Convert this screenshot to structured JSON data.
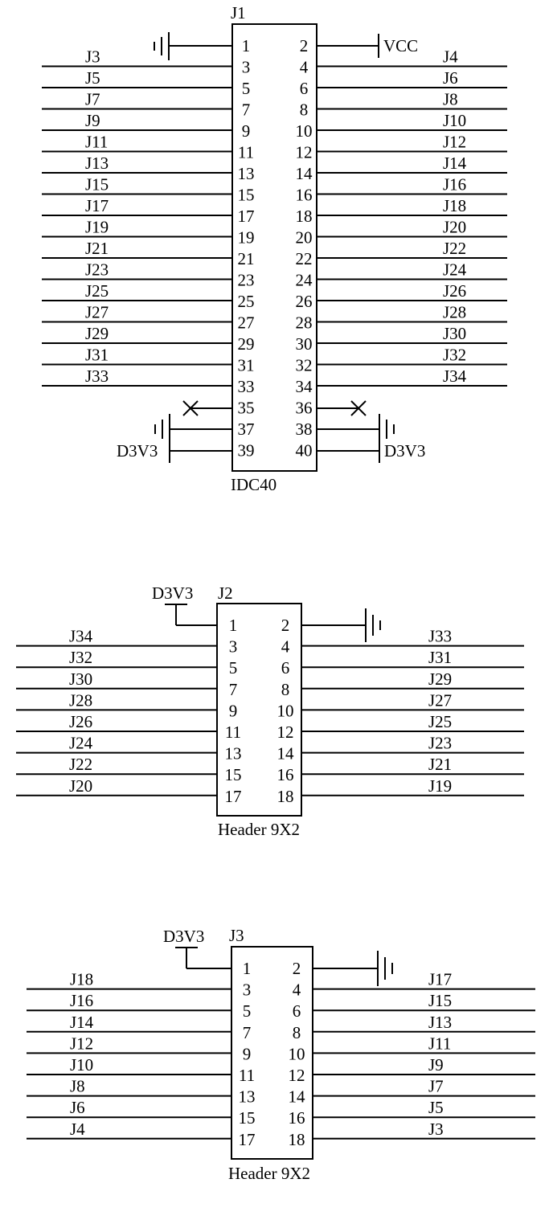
{
  "connectors": [
    {
      "ref": "J1",
      "model": "IDC40",
      "pin_pairs": [
        [
          "1",
          "2"
        ],
        [
          "3",
          "4"
        ],
        [
          "5",
          "6"
        ],
        [
          "7",
          "8"
        ],
        [
          "9",
          "10"
        ],
        [
          "11",
          "12"
        ],
        [
          "13",
          "14"
        ],
        [
          "15",
          "16"
        ],
        [
          "17",
          "18"
        ],
        [
          "19",
          "20"
        ],
        [
          "21",
          "22"
        ],
        [
          "23",
          "24"
        ],
        [
          "25",
          "26"
        ],
        [
          "27",
          "28"
        ],
        [
          "29",
          "30"
        ],
        [
          "31",
          "32"
        ],
        [
          "33",
          "34"
        ],
        [
          "35",
          "36"
        ],
        [
          "37",
          "38"
        ],
        [
          "39",
          "40"
        ]
      ],
      "left_nets": [
        "J3",
        "J5",
        "J7",
        "J9",
        "J11",
        "J13",
        "J15",
        "J17",
        "J19",
        "J21",
        "J23",
        "J25",
        "J27",
        "J29",
        "J31",
        "J33"
      ],
      "right_nets": [
        "J4",
        "J6",
        "J8",
        "J10",
        "J12",
        "J14",
        "J16",
        "J18",
        "J20",
        "J22",
        "J24",
        "J26",
        "J28",
        "J30",
        "J32",
        "J34"
      ],
      "power_labels": {
        "vcc": "VCC",
        "d3v3_left": "D3V3",
        "d3v3_right": "D3V3"
      }
    },
    {
      "ref": "J2",
      "model": "Header 9X2",
      "pin_pairs": [
        [
          "1",
          "2"
        ],
        [
          "3",
          "4"
        ],
        [
          "5",
          "6"
        ],
        [
          "7",
          "8"
        ],
        [
          "9",
          "10"
        ],
        [
          "11",
          "12"
        ],
        [
          "13",
          "14"
        ],
        [
          "15",
          "16"
        ],
        [
          "17",
          "18"
        ]
      ],
      "left_nets": [
        "J34",
        "J32",
        "J30",
        "J28",
        "J26",
        "J24",
        "J22",
        "J20"
      ],
      "right_nets": [
        "J33",
        "J31",
        "J29",
        "J27",
        "J25",
        "J23",
        "J21",
        "J19"
      ],
      "power_labels": {
        "d3v3": "D3V3"
      }
    },
    {
      "ref": "J3",
      "model": "Header 9X2",
      "pin_pairs": [
        [
          "1",
          "2"
        ],
        [
          "3",
          "4"
        ],
        [
          "5",
          "6"
        ],
        [
          "7",
          "8"
        ],
        [
          "9",
          "10"
        ],
        [
          "11",
          "12"
        ],
        [
          "13",
          "14"
        ],
        [
          "15",
          "16"
        ],
        [
          "17",
          "18"
        ]
      ],
      "left_nets": [
        "J18",
        "J16",
        "J14",
        "J12",
        "J10",
        "J8",
        "J6",
        "J4"
      ],
      "right_nets": [
        "J17",
        "J15",
        "J13",
        "J11",
        "J9",
        "J7",
        "J5",
        "J3"
      ],
      "power_labels": {
        "d3v3": "D3V3"
      }
    }
  ]
}
